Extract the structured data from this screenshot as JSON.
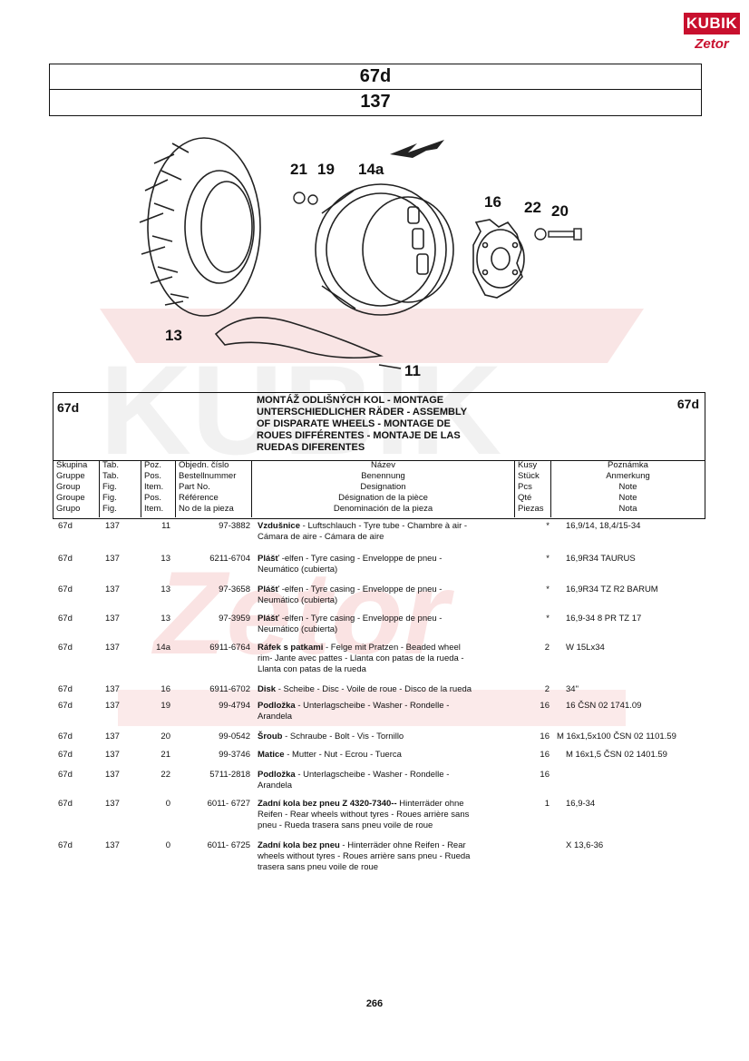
{
  "logo": {
    "top": "KUBIK",
    "bottom": "Zetor"
  },
  "header": {
    "group": "67d",
    "table": "137"
  },
  "diagram": {
    "callouts": [
      "21",
      "19",
      "14a",
      "16",
      "22",
      "20",
      "13",
      "11"
    ]
  },
  "section": {
    "code_left": "67d",
    "code_right": "67d",
    "title_lines": [
      "MONTÁŽ ODLIŠNÝCH KOL - MONTAGE",
      "UNTERSCHIEDLICHER RÄDER - ASSEMBLY",
      "OF DISPARATE WHEELS - MONTAGE DE",
      "ROUES DIFFÉRENTES - MONTAJE DE LAS",
      "RUEDAS DIFERENTES"
    ]
  },
  "columns": {
    "group": [
      "Skupina",
      "Gruppe",
      "Group",
      "Groupe",
      "Grupo"
    ],
    "table": [
      "Tab.",
      "Tab.",
      "Fig.",
      "Fig.",
      "Fig."
    ],
    "position": [
      "Poz.",
      "Pos.",
      "Item.",
      "Pos.",
      "Item."
    ],
    "part": [
      "Objedn. číslo",
      "Bestellnummer",
      "Part No.",
      "Référence",
      "No de la pieza"
    ],
    "name": [
      "Název",
      "Benennung",
      "Designation",
      "Désignation de la pièce",
      "Denominación de la pieza"
    ],
    "qty": [
      "Kusy",
      "Stück",
      "Pcs",
      "Qté",
      "Piezas"
    ],
    "note": [
      "Poznámka",
      "Anmerkung",
      "Note",
      "Note",
      "Nota"
    ]
  },
  "rows": [
    {
      "grp": "67d",
      "tab": "137",
      "poz": "11",
      "pn": "97-3882",
      "bold": "Vzdušnice",
      "rest": " - Luftschlauch - Tyre tube - Chambre à air -",
      "rest2": "Cámara de aire - Cámara de aire",
      "qty": "*",
      "note": "16,9/14, 18,4/15-34"
    },
    {
      "grp": "67d",
      "tab": "137",
      "poz": "13",
      "pn": "6211-6704",
      "bold": "Plášť",
      "rest": " -elfen - Tyre casing - Enveloppe de pneu -",
      "rest2": "Neumático (cubierta)",
      "qty": "*",
      "note": "16,9R34 TAURUS"
    },
    {
      "grp": "67d",
      "tab": "137",
      "poz": "13",
      "pn": "97-3658",
      "bold": "Plášť",
      "rest": " -elfen - Tyre casing - Enveloppe de pneu -",
      "rest2": "Neumático (cubierta)",
      "qty": "*",
      "note": "16,9R34 TZ R2 BARUM"
    },
    {
      "grp": "67d",
      "tab": "137",
      "poz": "13",
      "pn": "97-3959",
      "bold": "Plášť",
      "rest": " -elfen - Tyre casing - Enveloppe de pneu -",
      "rest2": "Neumático (cubierta)",
      "qty": "*",
      "note": "16,9-34 8 PR TZ 17"
    },
    {
      "grp": "67d",
      "tab": "137",
      "poz": "14a",
      "pn": "6911-6764",
      "bold": "Ráfek s patkami",
      "rest": " - Felge mit Pratzen - Beaded wheel",
      "rest2": "rim- Jante avec pattes - Llanta con patas de la rueda -",
      "rest3": "Llanta con patas de la rueda",
      "qty": "2",
      "note": "W 15Lx34"
    },
    {
      "grp": "67d",
      "tab": "137",
      "poz": "16",
      "pn": "6911-6702",
      "bold": "Disk",
      "rest": " - Scheibe - Disc - Voile de roue - Disco de la rueda",
      "qty": "2",
      "note": "34\""
    },
    {
      "grp": "67d",
      "tab": "137",
      "poz": "19",
      "pn": "99-4794",
      "bold": "Podložka",
      "rest": " - Unterlagscheibe - Washer - Rondelle -",
      "rest2": "Arandela",
      "qty": "16",
      "note": "16 ČSN 02 1741.09"
    },
    {
      "grp": "67d",
      "tab": "137",
      "poz": "20",
      "pn": "99-0542",
      "bold": "Šroub",
      "rest": " - Schraube - Bolt - Vis - Tornillo",
      "qty": "16",
      "note": "M 16x1,5x100 ČSN 02 1101.59"
    },
    {
      "grp": "67d",
      "tab": "137",
      "poz": "21",
      "pn": "99-3746",
      "bold": "Matice",
      "rest": " - Mutter - Nut - Ecrou - Tuerca",
      "qty": "16",
      "note": "M 16x1,5 ČSN 02 1401.59"
    },
    {
      "grp": "67d",
      "tab": "137",
      "poz": "22",
      "pn": "5711-2818",
      "bold": "Podložka",
      "rest": " - Unterlagscheibe - Washer - Rondelle -",
      "rest2": "Arandela",
      "qty": "16",
      "note": ""
    },
    {
      "grp": "67d",
      "tab": "137",
      "poz": "0",
      "pn": "6011- 6727",
      "bold": "Zadní kola bez pneu Z 4320-7340--",
      "rest": " Hinterräder ohne",
      "rest2": "Reifen - Rear wheels without tyres - Roues arrière sans",
      "rest3": "pneu - Rueda trasera sans pneu voile de roue",
      "qty": "1",
      "note": "16,9-34"
    },
    {
      "grp": "67d",
      "tab": "137",
      "poz": "0",
      "pn": "6011- 6725",
      "bold": "Zadní kola bez pneu",
      "rest": " - Hinterräder ohne Reifen - Rear",
      "rest2": "wheels without tyres - Roues arrière sans pneu - Rueda",
      "rest3": "trasera sans pneu voile de roue",
      "qty": "",
      "note": "X  13,6-36"
    }
  ],
  "page_number": "266",
  "colors": {
    "brand": "#c8102e",
    "watermark": "#f3d4d4",
    "ink": "#111111"
  }
}
